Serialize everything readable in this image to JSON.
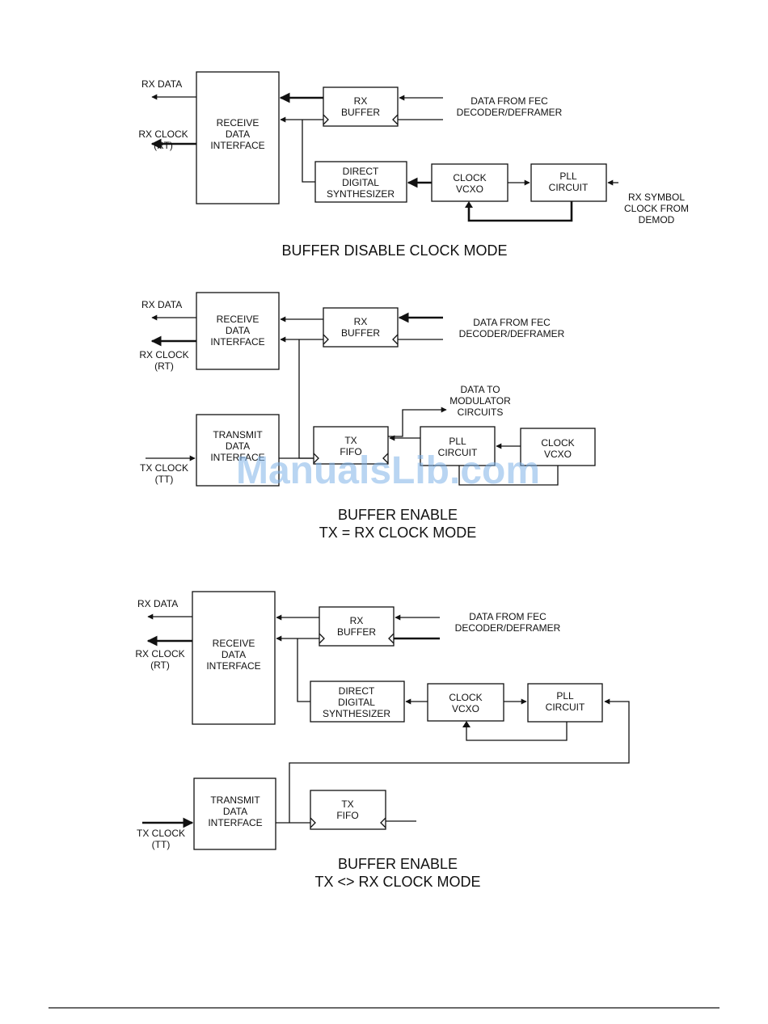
{
  "diagram1": {
    "caption": "BUFFER DISABLE CLOCK MODE",
    "rx_data": "RX DATA",
    "rx_clock": "RX CLOCK",
    "rx_clock_sub": "(RT)",
    "receive_interface": [
      "RECEIVE",
      "DATA",
      "INTERFACE"
    ],
    "rx_buffer": [
      "RX",
      "BUFFER"
    ],
    "data_from_fec": [
      "DATA FROM FEC",
      "DECODER/DEFRAMER"
    ],
    "dds": [
      "DIRECT",
      "DIGITAL",
      "SYNTHESIZER"
    ],
    "clock_vcxo": [
      "CLOCK",
      "VCXO"
    ],
    "pll_circuit": [
      "PLL",
      "CIRCUIT"
    ],
    "rx_symbol_clock": [
      "RX SYMBOL",
      "CLOCK FROM",
      "DEMOD"
    ]
  },
  "diagram2": {
    "caption_line1": "BUFFER ENABLE",
    "caption_line2": "TX = RX CLOCK MODE",
    "rx_data": "RX DATA",
    "rx_clock": "RX CLOCK",
    "rx_clock_sub": "(RT)",
    "receive_interface": [
      "RECEIVE",
      "DATA",
      "INTERFACE"
    ],
    "rx_buffer": [
      "RX",
      "BUFFER"
    ],
    "data_from_fec": [
      "DATA FROM FEC",
      "DECODER/DEFRAMER"
    ],
    "transmit_interface": [
      "TRANSMIT",
      "DATA",
      "INTERFACE"
    ],
    "tx_clock": "TX CLOCK",
    "tx_clock_sub": "(TT)",
    "tx_fifo": [
      "TX",
      "FIFO"
    ],
    "data_to_modulator": [
      "DATA TO",
      "MODULATOR",
      "CIRCUITS"
    ],
    "pll_circuit": [
      "PLL",
      "CIRCUIT"
    ],
    "clock_vcxo": [
      "CLOCK",
      "VCXO"
    ]
  },
  "diagram3": {
    "caption_line1": "BUFFER ENABLE",
    "caption_line2": "TX <> RX CLOCK MODE",
    "rx_data": "RX DATA",
    "rx_clock": "RX CLOCK",
    "rx_clock_sub": "(RT)",
    "receive_interface": [
      "RECEIVE",
      "DATA",
      "INTERFACE"
    ],
    "rx_buffer": [
      "RX",
      "BUFFER"
    ],
    "data_from_fec": [
      "DATA FROM FEC",
      "DECODER/DEFRAMER"
    ],
    "dds": [
      "DIRECT",
      "DIGITAL",
      "SYNTHESIZER"
    ],
    "clock_vcxo": [
      "CLOCK",
      "VCXO"
    ],
    "pll_circuit": [
      "PLL",
      "CIRCUIT"
    ],
    "transmit_interface": [
      "TRANSMIT",
      "DATA",
      "INTERFACE"
    ],
    "tx_clock": "TX CLOCK",
    "tx_clock_sub": "(TT)",
    "tx_fifo": [
      "TX",
      "FIFO"
    ]
  },
  "watermark": "ManualsLib.com"
}
